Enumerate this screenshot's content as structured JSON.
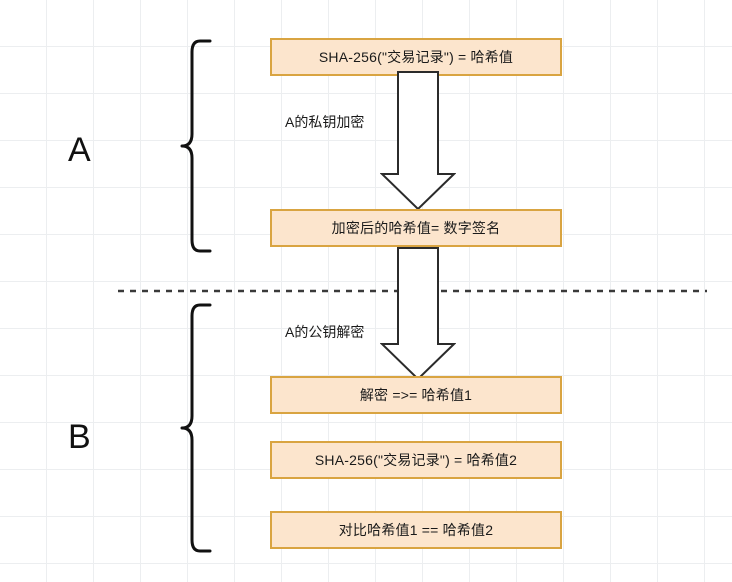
{
  "diagram": {
    "title": "digital-signature-flow",
    "colors": {
      "box_fill": "#fce5cd",
      "box_border": "#d9a441",
      "grid_line": "#eceef0",
      "stroke": "#111111",
      "arrow_fill": "#ffffff",
      "divider": "#3a3a3a"
    },
    "sections": [
      {
        "id": "A",
        "label": "A"
      },
      {
        "id": "B",
        "label": "B"
      }
    ],
    "boxes": [
      {
        "id": "hash-transaction",
        "text": "SHA-256(\"交易记录\") = 哈希值"
      },
      {
        "id": "signature",
        "text": "加密后的哈希值= 数字签名"
      },
      {
        "id": "decrypt-hash1",
        "text": "解密 =>= 哈希值1"
      },
      {
        "id": "hash-transaction-2",
        "text": "SHA-256(\"交易记录\") = 哈希值2"
      },
      {
        "id": "compare-hashes",
        "text": "对比哈希值1 == 哈希值2"
      }
    ],
    "arrow_labels": [
      {
        "id": "private-key-encrypt",
        "text": "A的私钥加密"
      },
      {
        "id": "public-key-decrypt",
        "text": "A的公钥解密"
      }
    ]
  }
}
